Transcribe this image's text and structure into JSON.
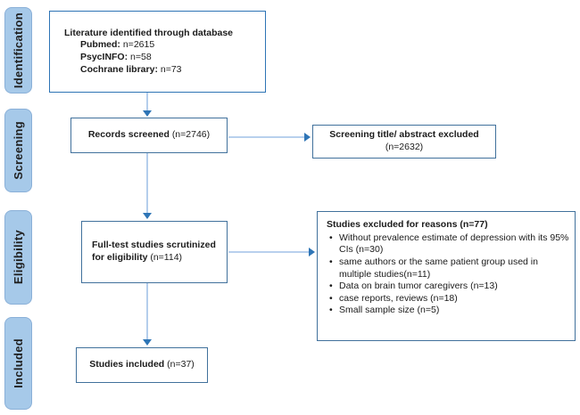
{
  "diagram": {
    "stages": [
      {
        "label": "Identification"
      },
      {
        "label": "Screening"
      },
      {
        "label": "Eligibility"
      },
      {
        "label": "Included"
      }
    ],
    "boxes": {
      "literature": {
        "title": "Literature identified through database",
        "sources": [
          {
            "name": "Pubmed:",
            "value": "n=2615"
          },
          {
            "name": "PsycINFO:",
            "value": "n=58"
          },
          {
            "name": "Cochrane library:",
            "value": "n=73"
          }
        ]
      },
      "records_screened": {
        "label": "Records screened",
        "count": "(n=2746)"
      },
      "screening_excluded": {
        "label": "Screening title/ abstract excluded",
        "count": "(n=2632)"
      },
      "full_text": {
        "label": "Full-test studies scrutinized for eligibility",
        "count": "(n=114)"
      },
      "excluded_reasons": {
        "title": "Studies excluded for reasons (n=77)",
        "items": [
          "Without prevalence estimate of depression with its 95% CIs (n=30)",
          "same authors or the same patient group used in multiple studies(n=11)",
          "Data on brain tumor caregivers (n=13)",
          "case reports, reviews (n=18)",
          "Small sample size (n=5)"
        ]
      },
      "included": {
        "label": "Studies included",
        "count": "(n=37)"
      }
    },
    "colors": {
      "box_border": "#41719C",
      "stage_fill": "#A6C9E9",
      "arrow_line": "#8DB4E2",
      "arrow_head": "#2E75B6"
    }
  }
}
